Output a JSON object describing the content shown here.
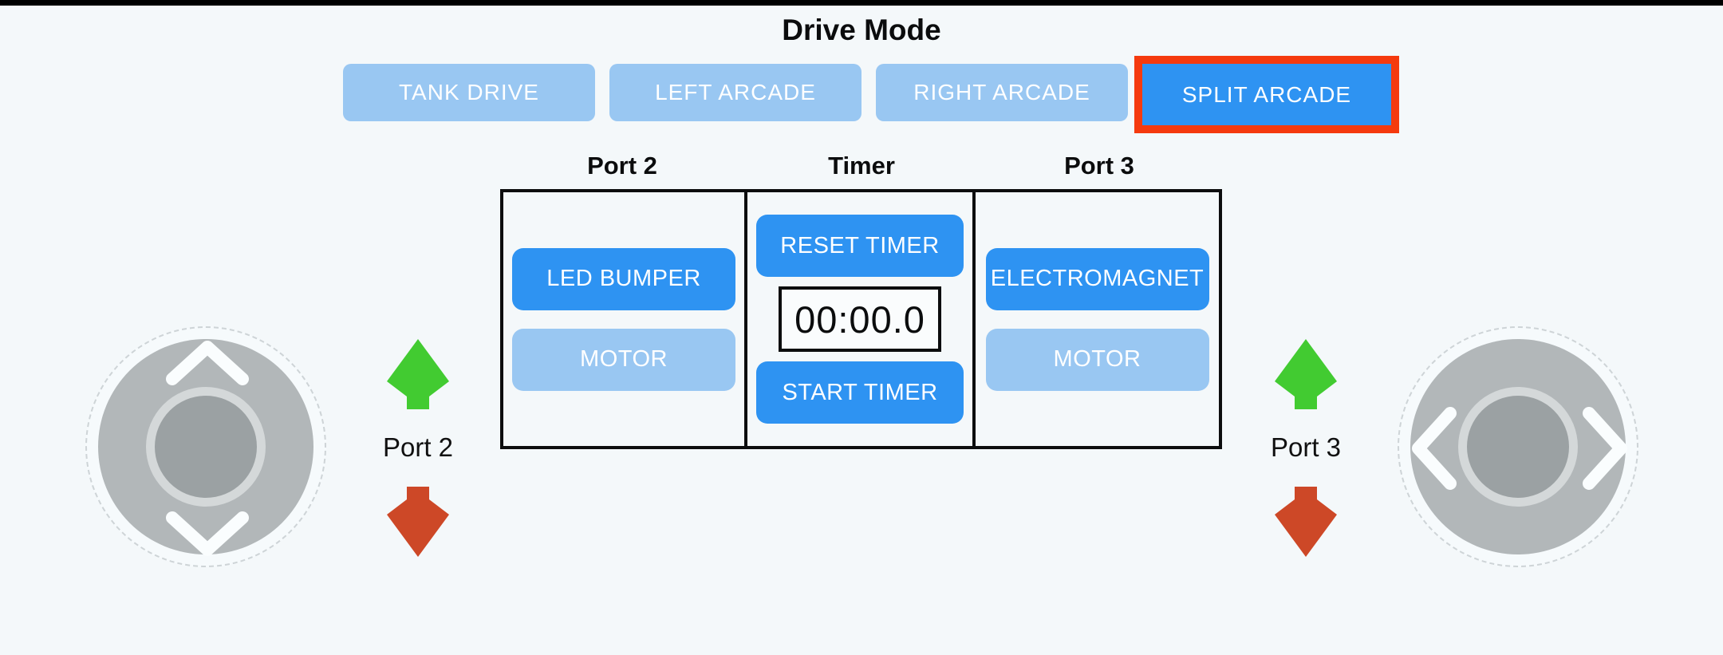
{
  "title": "Drive Mode",
  "drive_mode": {
    "options": [
      {
        "label": "TANK DRIVE",
        "selected": false
      },
      {
        "label": "LEFT ARCADE",
        "selected": false
      },
      {
        "label": "RIGHT ARCADE",
        "selected": false
      },
      {
        "label": "SPLIT ARCADE",
        "selected": true
      }
    ]
  },
  "control_panel": {
    "port2": {
      "header": "Port 2",
      "buttons": [
        {
          "label": "LED BUMPER",
          "active": true
        },
        {
          "label": "MOTOR",
          "active": false
        }
      ]
    },
    "timer": {
      "header": "Timer",
      "reset_label": "RESET TIMER",
      "display": "00:00.0",
      "start_label": "START TIMER"
    },
    "port3": {
      "header": "Port 3",
      "buttons": [
        {
          "label": "ELECTROMAGNET",
          "active": true
        },
        {
          "label": "MOTOR",
          "active": false
        }
      ]
    }
  },
  "left_controls": {
    "port_label": "Port 2",
    "joystick_axis": "vertical"
  },
  "right_controls": {
    "port_label": "Port 3",
    "joystick_axis": "horizontal"
  },
  "colors": {
    "background": "#f4f8fa",
    "accent_blue": "#2e93f2",
    "inactive_blue": "#99c7f2",
    "selected_red": "#f53a0e",
    "green_arrow": "#42cb31",
    "red_arrow": "#cd4827"
  }
}
